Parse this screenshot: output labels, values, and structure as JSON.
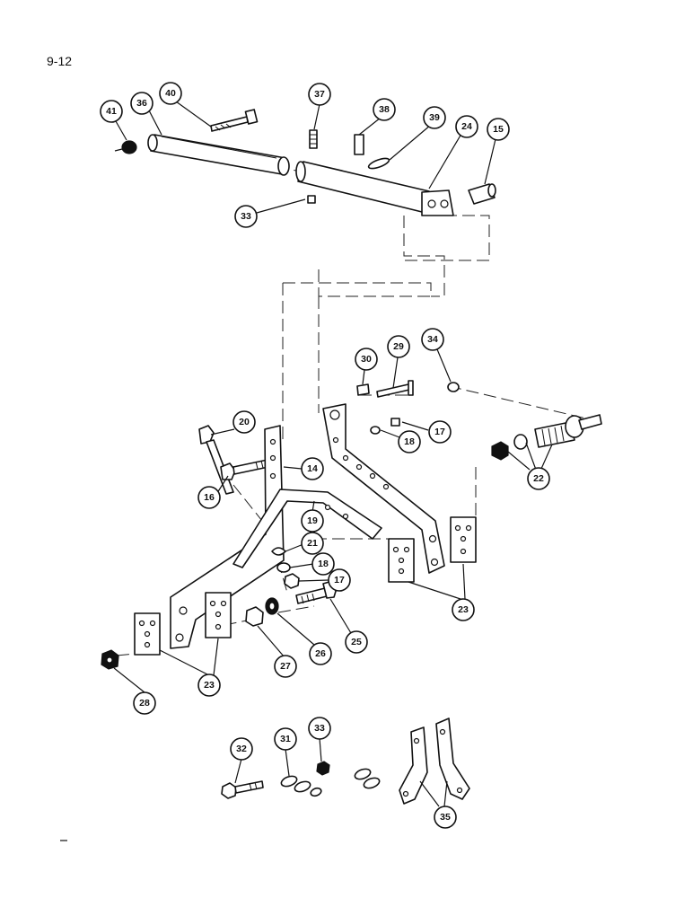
{
  "page": {
    "number": "9-12"
  },
  "callouts": [
    {
      "id": "c41",
      "label": "41"
    },
    {
      "id": "c36",
      "label": "36"
    },
    {
      "id": "c40",
      "label": "40"
    },
    {
      "id": "c37",
      "label": "37"
    },
    {
      "id": "c38",
      "label": "38"
    },
    {
      "id": "c39",
      "label": "39"
    },
    {
      "id": "c24",
      "label": "24"
    },
    {
      "id": "c15",
      "label": "15"
    },
    {
      "id": "c33a",
      "label": "33"
    },
    {
      "id": "c30",
      "label": "30"
    },
    {
      "id": "c29",
      "label": "29"
    },
    {
      "id": "c34",
      "label": "34"
    },
    {
      "id": "c20",
      "label": "20"
    },
    {
      "id": "c18a",
      "label": "18"
    },
    {
      "id": "c17a",
      "label": "17"
    },
    {
      "id": "c14",
      "label": "14"
    },
    {
      "id": "c16",
      "label": "16"
    },
    {
      "id": "c22",
      "label": "22"
    },
    {
      "id": "c19",
      "label": "19"
    },
    {
      "id": "c21",
      "label": "21"
    },
    {
      "id": "c18b",
      "label": "18"
    },
    {
      "id": "c17b",
      "label": "17"
    },
    {
      "id": "c23a",
      "label": "23"
    },
    {
      "id": "c25",
      "label": "25"
    },
    {
      "id": "c26",
      "label": "26"
    },
    {
      "id": "c27",
      "label": "27"
    },
    {
      "id": "c23b",
      "label": "23"
    },
    {
      "id": "c28",
      "label": "28"
    },
    {
      "id": "c32",
      "label": "32"
    },
    {
      "id": "c31",
      "label": "31"
    },
    {
      "id": "c33b",
      "label": "33"
    },
    {
      "id": "c35",
      "label": "35"
    }
  ]
}
